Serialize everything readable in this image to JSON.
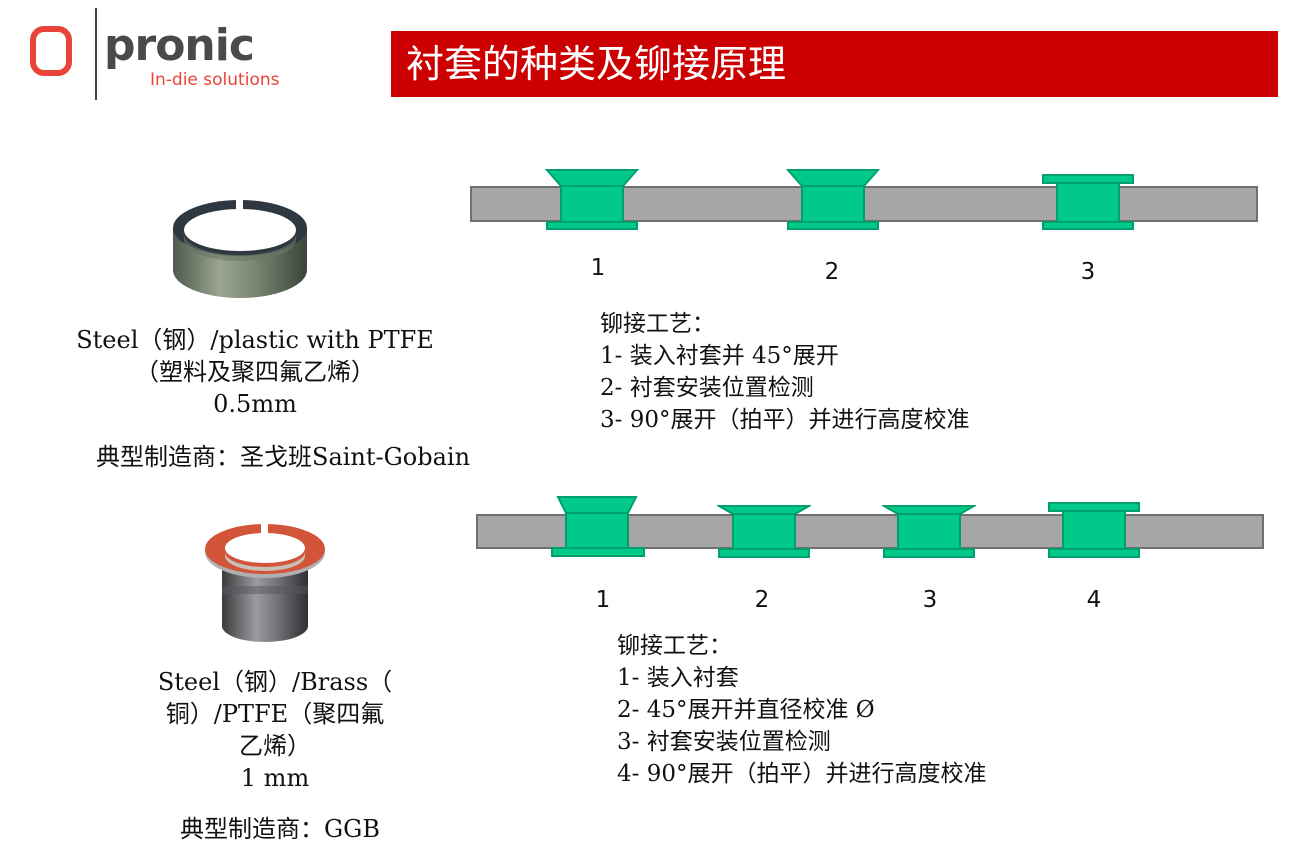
{
  "logo": {
    "name": "pronic",
    "tagline": "In-die solutions"
  },
  "header": {
    "title": "衬套的种类及铆接原理"
  },
  "colors": {
    "banner": "#cc0000",
    "logo_accent": "#e8443a",
    "bushing": "#00c98a",
    "bushing_edge": "#00a06e",
    "plate": "#a6a6a6"
  },
  "bushing1": {
    "caption_lines": [
      "Steel（钢）/plastic with PTFE",
      "（塑料及聚四氟乙烯）",
      "0.5mm"
    ],
    "maker": "典型制造商：圣戈班Saint-Gobain",
    "stages": [
      "1",
      "2",
      "3"
    ],
    "process_title": "铆接工艺：",
    "process_steps": [
      "1- 装入衬套并 45°展开",
      "2- 衬套安装位置检测",
      "3- 90°展开（拍平）并进行高度校准"
    ]
  },
  "bushing2": {
    "caption_lines": [
      "Steel（钢）/Brass（",
      "铜）/PTFE（聚四氟",
      "乙烯）",
      "1 mm"
    ],
    "maker": "典型制造商：GGB",
    "stages": [
      "1",
      "2",
      "3",
      "4"
    ],
    "process_title": "铆接工艺：",
    "process_steps": [
      "1- 装入衬套",
      "2- 45°展开并直径校准 Ø",
      "3- 衬套安装位置检测",
      "4- 90°展开（拍平）并进行高度校准"
    ]
  }
}
